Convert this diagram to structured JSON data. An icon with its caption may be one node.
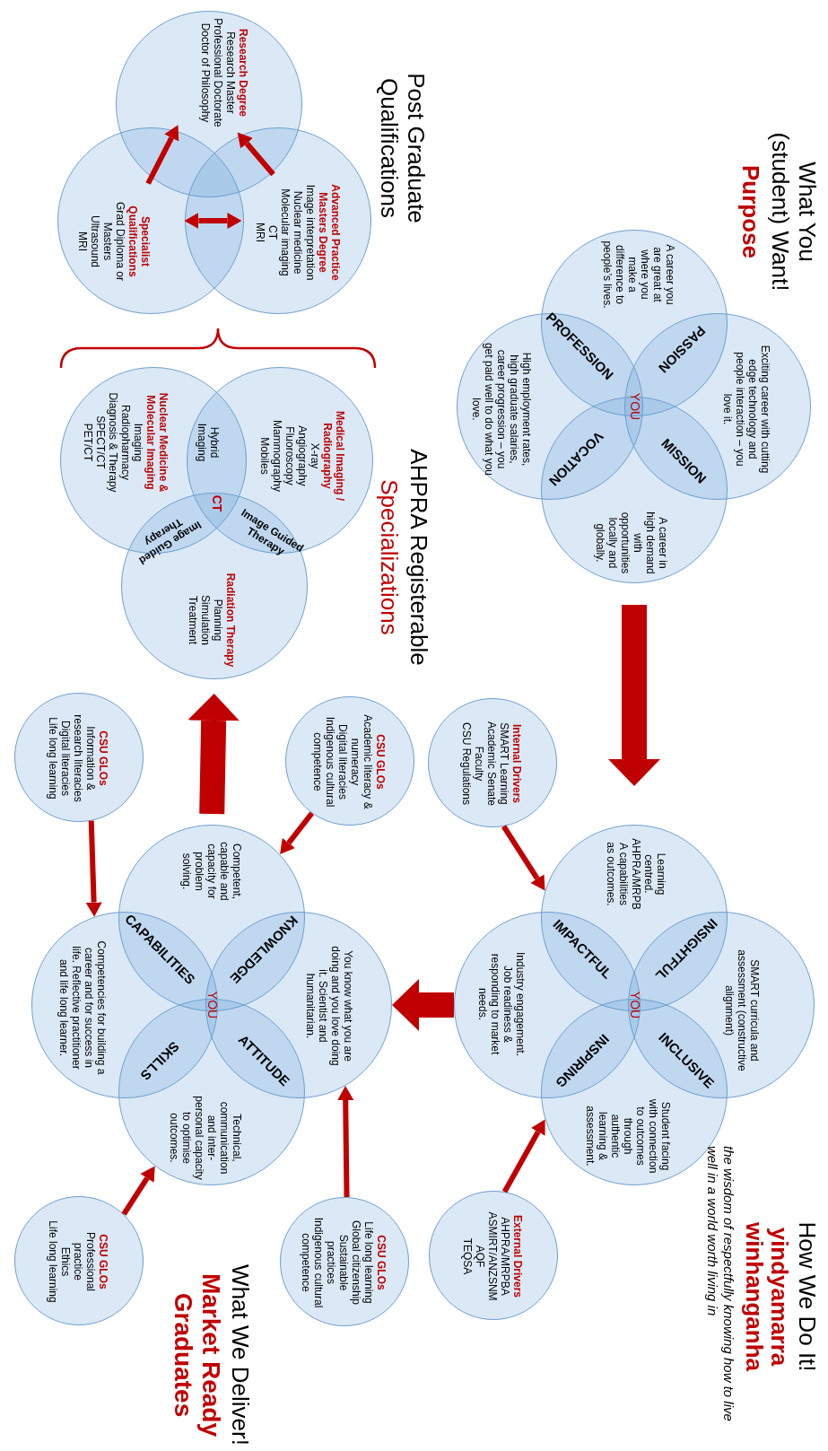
{
  "diagram": {
    "nodes": [
      {
        "text": [
          "A career you are great at where you make a difference to people’s lives."
        ]
      },
      {
        "text": [
          "Exciting career with cutting edge technology and people interaction – you love it."
        ]
      },
      {
        "text": [
          "High employment rates, high graduate salaries, career progression – you get paid well to do what you love."
        ]
      },
      {
        "text": [
          "A career in high demand with opportunities locally and globally."
        ]
      },
      {
        "text": [
          "Internal Drivers",
          "SMART Learning",
          "Academic Senate",
          "Faculty",
          "CSU Regulations"
        ]
      },
      {
        "text": [
          "Learning centred. AHPRA/MRPB A capabilities as outcomes."
        ]
      },
      {
        "text": [
          "SMART curricula and assessment (constructive alignment)"
        ]
      },
      {
        "text": [
          "Industry engagement. Job readiness & responding to market needs."
        ]
      },
      {
        "text": [
          "Student facing with connection to outcomes through authentic learning & assessment."
        ]
      },
      {
        "text": [
          "External Drivers",
          "AHPRA/MRPBA",
          "ASMIRT/ANZSNM",
          "AQF",
          "TEQSA"
        ]
      },
      {
        "text": [
          "Research Degree",
          "Research Master",
          "Professional Doctorate",
          "Doctor of Philosophy"
        ]
      },
      {
        "text": [
          "Advanced Practice Masters Degree",
          "Image interpretation",
          "Nuclear medicine",
          "Molecular imaging",
          "CT",
          "MRI"
        ]
      },
      {
        "text": [
          "Specialist Qualifications",
          "Grad Diploma or Masters",
          "Ultrasound",
          "MRI"
        ]
      },
      {
        "text": [
          "CSU GLOs",
          "Academic literacy & numeracy",
          "Digital literacies",
          "Indigenous cultural competence"
        ]
      },
      {
        "text": [
          "Medical Imaging / Radiography",
          "X-ray",
          "Angiography",
          "Fluoroscopy",
          "Mammography",
          "Mobiles"
        ]
      },
      {
        "text": [
          "Nuclear Medicine & Molecular Imaging",
          "Imaging",
          "Radiopharmacy",
          "Diagnosis & Therapy",
          "SPECT/CT",
          "PET/CT"
        ]
      },
      {
        "text": [
          "Radiation Therapy",
          "Planning",
          "Simulation",
          "Treatment"
        ]
      },
      {
        "text": [
          "CSU GLOs",
          "Information & research literacies",
          "Digital literacies",
          "Life long learning"
        ]
      },
      {
        "text": [
          "Competent, capable and capacity for problem solving."
        ]
      },
      {
        "text": [
          "You know what you are doing and you love doing it. Scientist and humanitarian."
        ]
      },
      {
        "text": [
          "Competencies for building a career and for success in life. Reflective practitioner and life long learner."
        ]
      },
      {
        "text": [
          "Technical, communication and inter-personal capacity to optimise outcomes."
        ]
      },
      {
        "text": [
          "CSU GLOs",
          "Life long learning",
          "Global citizenship",
          "Sustainable practices",
          "Indigenous cultural competence"
        ]
      },
      {
        "text": [
          "CSU GLOs",
          "Professional practice",
          "Ethics",
          "Life long learning"
        ]
      }
    ],
    "edges": [
      {
        "from": 3,
        "to": 5,
        "arrow": "to",
        "style": "thick"
      },
      {
        "from": 4,
        "to": 5,
        "arrow": "to"
      },
      {
        "from": 9,
        "to": 8,
        "arrow": "to"
      },
      {
        "from": 7,
        "to": 19,
        "arrow": "to",
        "style": "thick"
      },
      {
        "from": 13,
        "to": 18,
        "arrow": "to"
      },
      {
        "from": 17,
        "to": 20,
        "arrow": "to"
      },
      {
        "from": 22,
        "to": 19,
        "arrow": "to"
      },
      {
        "from": 23,
        "to": 21,
        "arrow": "to"
      },
      {
        "from": 18,
        "to": 16,
        "arrow": "to",
        "style": "thick"
      },
      {
        "from": 11,
        "to": 10,
        "arrow": "to"
      },
      {
        "from": 12,
        "to": 10,
        "arrow": "to"
      },
      {
        "from": 11,
        "to": 12,
        "arrow": "both"
      }
    ],
    "labels": [
      "What You (student) Want!",
      "Purpose",
      "PASSION",
      "MISSION",
      "PROFESSION",
      "YOU",
      "VOCATION",
      "How We Do It!",
      "yindyamarra winhanganha",
      "the wisdom of respectfully knowing how to live well in a world worth living in",
      "INSIGHTFUL",
      "INCLUSIVE",
      "IMPACTFUL",
      "YOU",
      "INSPIRING",
      "Post Graduate Qualifications",
      "AHPRA Registerable",
      "Specializations",
      "Hybrid Imaging",
      "CT",
      "Image Guided Therapy",
      "Image Guided Therapy",
      "KNOWLEDGE",
      "ATTITUDE",
      "CAPABILITIES",
      "YOU",
      "SKILLS",
      "What We Deliver!",
      "Market Ready Graduates"
    ]
  }
}
